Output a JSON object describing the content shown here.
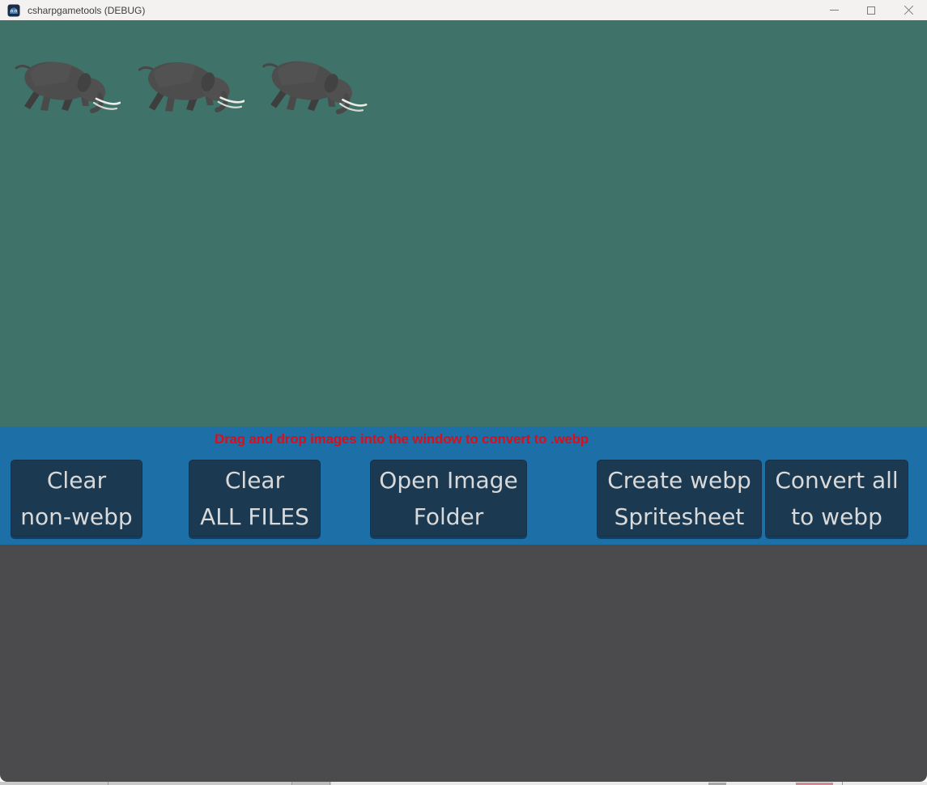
{
  "window": {
    "title": "csharpgametools (DEBUG)",
    "app_icon": "godot-app-icon",
    "controls": {
      "minimize": "minimize-icon",
      "maximize": "maximize-icon",
      "close": "close-icon"
    }
  },
  "canvas": {
    "sprites": [
      {
        "name": "elephant-frame-1"
      },
      {
        "name": "elephant-frame-2"
      },
      {
        "name": "elephant-frame-3"
      }
    ]
  },
  "action_bar": {
    "drop_hint": "Drag and drop images into the window to convert to .webp",
    "buttons": [
      {
        "line1": "Clear",
        "line2": "non-webp"
      },
      {
        "line1": "Clear",
        "line2": "ALL FILES"
      },
      {
        "line1": "Open Image",
        "line2": "Folder"
      },
      {
        "line1": "Create webp",
        "line2": "Spritesheet"
      },
      {
        "line1": "Convert all",
        "line2": "to webp"
      }
    ]
  },
  "colors": {
    "canvas_bg": "#3f7269",
    "action_bar_bg": "#1d70a7",
    "button_bg": "#1b3a52",
    "button_text": "#d9d9d9",
    "drop_hint_text": "#d6101d",
    "console_bg": "#4b4b4d",
    "titlebar_bg": "#f3f2f1"
  }
}
